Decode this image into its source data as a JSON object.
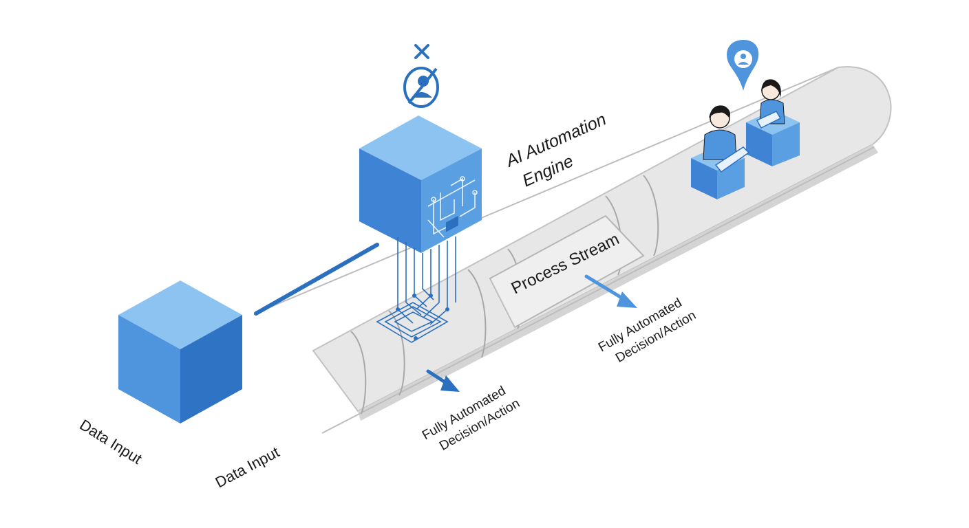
{
  "labels": {
    "engine_line1": "AI Automation",
    "engine_line2": "Engine",
    "process_stream": "Process Stream",
    "data_input_cube": "Data Input",
    "data_input_belt": "Data Input",
    "decision_front_line1": "Fully Automated",
    "decision_front_line2": "Decision/Action",
    "decision_back_line1": "Fully Automated",
    "decision_back_line2": "Decision/Action"
  },
  "icons": {
    "engine_badge": "no-human-icon",
    "close_mark": "close-icon",
    "person_bubble": "person-chat-bubble-icon"
  },
  "colors": {
    "blue_light": "#8cc3f0",
    "blue_mid": "#4e95de",
    "blue_dark": "#2b6fbf",
    "belt": "#e6e6e6",
    "belt_edge": "#c4c4c4"
  }
}
